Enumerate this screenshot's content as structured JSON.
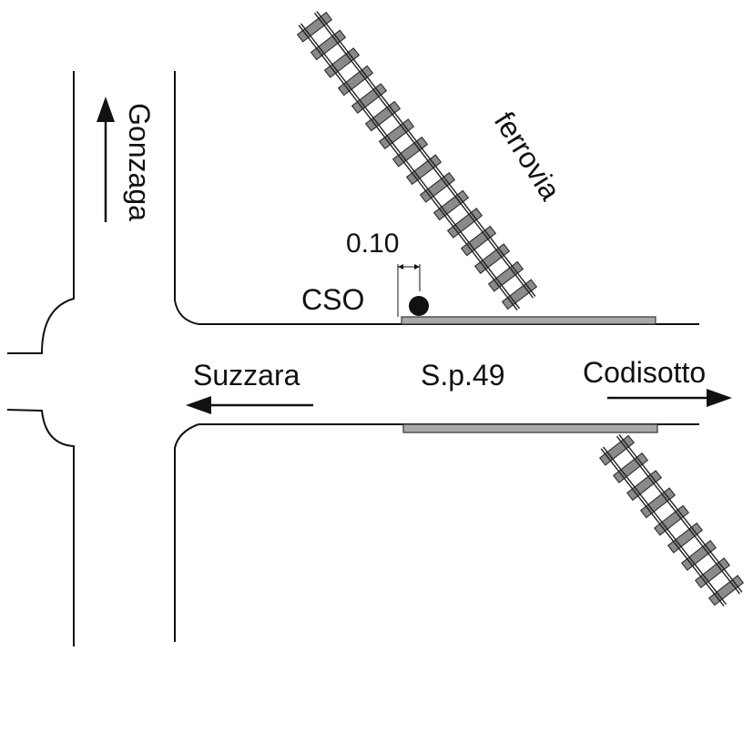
{
  "labels": {
    "north_road": "Gonzaga",
    "west_road": "Suzzara",
    "east_road": "Codisotto",
    "main_road": "S.p.49",
    "railway": "ferrovia",
    "station": "CSO",
    "offset": "0.10"
  },
  "colors": {
    "lines": "#111111",
    "platform": "#a9a9a9",
    "rail_tie": "#8a8a8a"
  }
}
